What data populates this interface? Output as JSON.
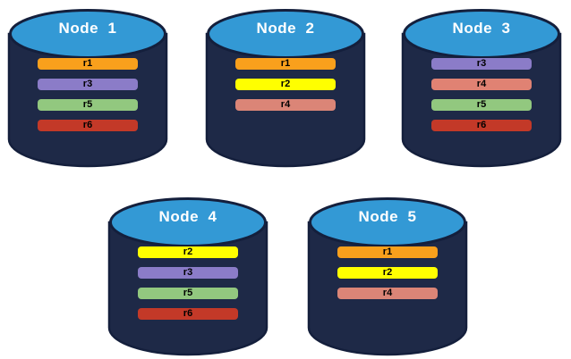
{
  "background_color": "#FFFFFF",
  "cylinder": {
    "body_color": "#1E2947",
    "outline_color": "#141F3C",
    "top_color": "#3399D5",
    "title_color": "#FFFFFF"
  },
  "replica_label_color": "#000000",
  "replica_colors": {
    "r1": "#F9A01C",
    "r2": "#FFFF00",
    "r3": "#8B7CC8",
    "r4": "#DB8577",
    "r5": "#92C87F",
    "r6": "#C33928"
  },
  "nodes": [
    {
      "title": "Node  1",
      "replicas": [
        {
          "label": "r1",
          "color": "#F9A01C"
        },
        {
          "label": "r3",
          "color": "#8B7CC8"
        },
        {
          "label": "r5",
          "color": "#92C87F"
        },
        {
          "label": "r6",
          "color": "#C33928"
        }
      ]
    },
    {
      "title": "Node  2",
      "replicas": [
        {
          "label": "r1",
          "color": "#F9A01C"
        },
        {
          "label": "r2",
          "color": "#FFFF00"
        },
        {
          "label": "r4",
          "color": "#DB8577"
        }
      ]
    },
    {
      "title": "Node  3",
      "replicas": [
        {
          "label": "r3",
          "color": "#8B7CC8"
        },
        {
          "label": "r4",
          "color": "#E08273"
        },
        {
          "label": "r5",
          "color": "#92C87F"
        },
        {
          "label": "r6",
          "color": "#C33928"
        }
      ]
    },
    {
      "title": "Node  4",
      "replicas": [
        {
          "label": "r2",
          "color": "#FFFF00"
        },
        {
          "label": "r3",
          "color": "#8B7CC8"
        },
        {
          "label": "r5",
          "color": "#92C87F"
        },
        {
          "label": "r6",
          "color": "#C33928"
        }
      ]
    },
    {
      "title": "Node  5",
      "replicas": [
        {
          "label": "r1",
          "color": "#F9A01C"
        },
        {
          "label": "r2",
          "color": "#FFFF00"
        },
        {
          "label": "r4",
          "color": "#DB8577"
        }
      ]
    }
  ]
}
